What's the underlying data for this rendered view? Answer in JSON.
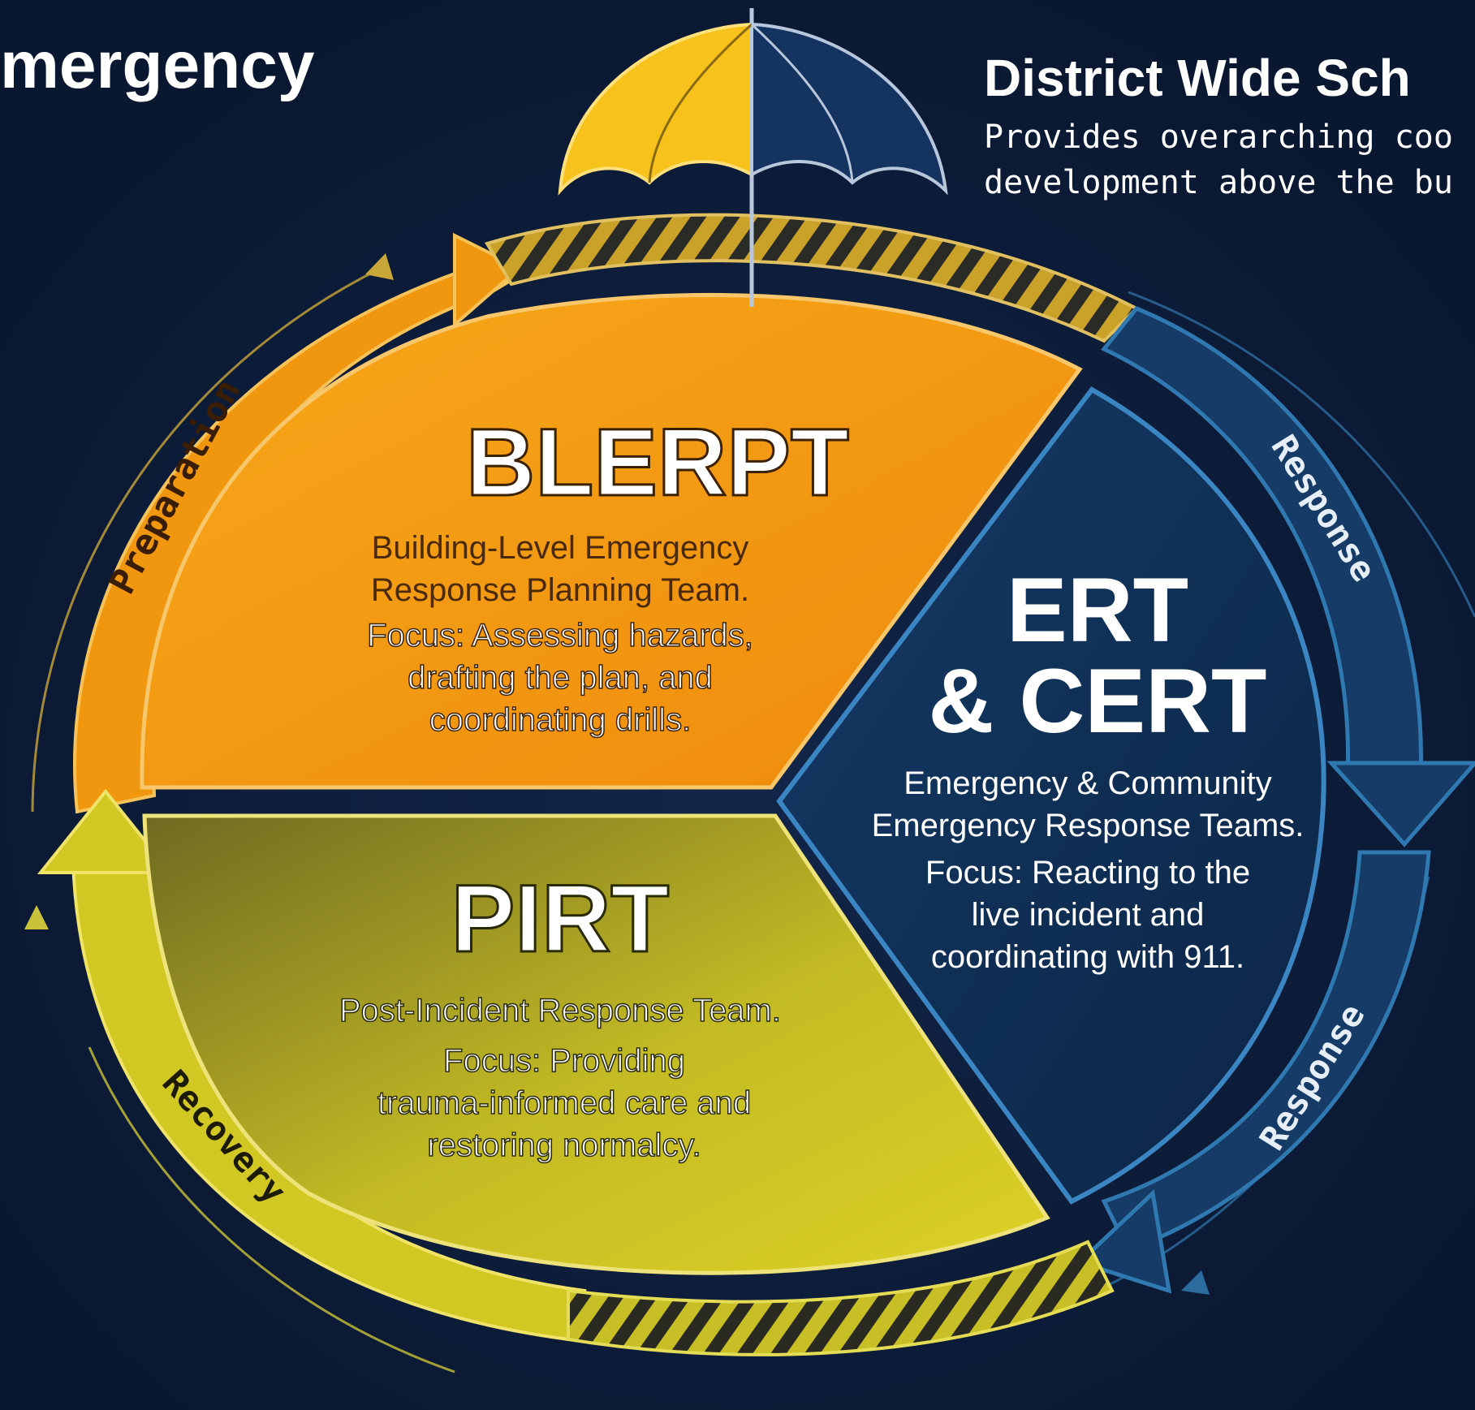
{
  "header": {
    "left_title": "mergency",
    "right_title": "District Wide Sch",
    "right_desc_line1": "Provides overarching coo",
    "right_desc_line2": "development above the bu"
  },
  "cycle": {
    "arc_labels": {
      "preparation": "Preparation",
      "response_upper": "Response",
      "response_lower": "Response",
      "recovery": "Recovery"
    }
  },
  "teams": {
    "blerpt": {
      "name": "BLERPT",
      "desc_lines": [
        "Building-Level Emergency",
        "Response Planning Team."
      ],
      "focus_lines": [
        "Focus: Assessing hazards,",
        "drafting the plan, and",
        "coordinating drills."
      ]
    },
    "ert_cert": {
      "name_line1": "ERT",
      "name_line2": "& CERT",
      "desc_lines": [
        "Emergency & Community",
        "Emergency Response Teams."
      ],
      "focus_lines": [
        "Focus: Reacting to the",
        "live incident and",
        "coordinating with 911."
      ]
    },
    "pirt": {
      "name": "PIRT",
      "desc_lines": [
        "Post-Incident Response Team."
      ],
      "focus_lines": [
        "Focus: Providing",
        "trauma-informed care and",
        "restoring normalcy."
      ]
    }
  },
  "colors": {
    "background": "#0c1a33",
    "blerpt_orange": "#f39a12",
    "pirt_yellow": "#d6cc24",
    "ert_navy": "#0f2d55",
    "umbrella_yellow": "#f6c21b",
    "umbrella_navy": "#15335f",
    "response_blue": "#1e5f8f"
  },
  "icons": [
    "umbrella-icon"
  ]
}
